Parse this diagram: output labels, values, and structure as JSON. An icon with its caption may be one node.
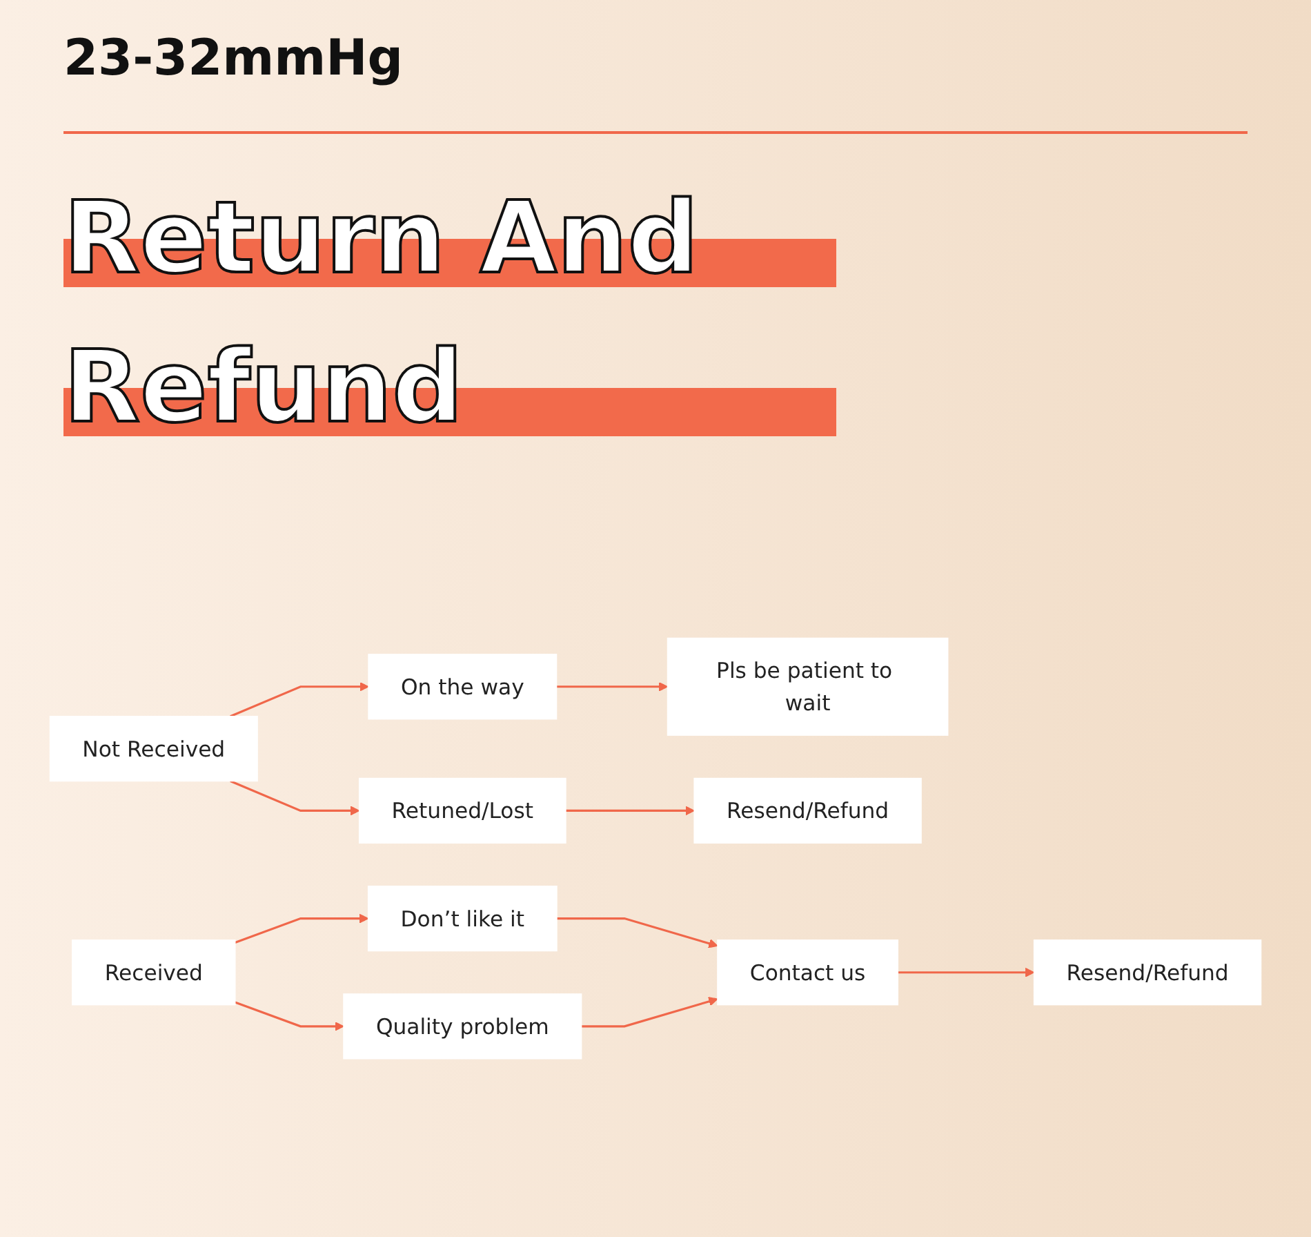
{
  "diagram": {
    "title": "Return And Refund",
    "nodes": [
      {
        "text": [
          "Not Received"
        ]
      },
      {
        "text": [
          "On the way"
        ]
      },
      {
        "text": [
          "Pls be patient to wait"
        ]
      },
      {
        "text": [
          "Retuned/Lost"
        ]
      },
      {
        "text": [
          "Resend/Refund"
        ]
      },
      {
        "text": [
          "Received"
        ]
      },
      {
        "text": [
          "Don’t like it"
        ]
      },
      {
        "text": [
          "Quality problem"
        ]
      },
      {
        "text": [
          "Contact us"
        ]
      },
      {
        "text": [
          "Resend/Refund"
        ]
      }
    ],
    "edges": [
      {
        "from": 0,
        "to": 1,
        "arrow": "to"
      },
      {
        "from": 1,
        "to": 2,
        "arrow": "to"
      },
      {
        "from": 0,
        "to": 3,
        "arrow": "to"
      },
      {
        "from": 3,
        "to": 4,
        "arrow": "to"
      },
      {
        "from": 5,
        "to": 6,
        "arrow": "to"
      },
      {
        "from": 5,
        "to": 7,
        "arrow": "to"
      },
      {
        "from": 6,
        "to": 8,
        "arrow": "to"
      },
      {
        "from": 7,
        "to": 8,
        "arrow": "to"
      },
      {
        "from": 8,
        "to": 9,
        "arrow": "to"
      }
    ],
    "labels": [
      "23-32mmHg"
    ]
  }
}
